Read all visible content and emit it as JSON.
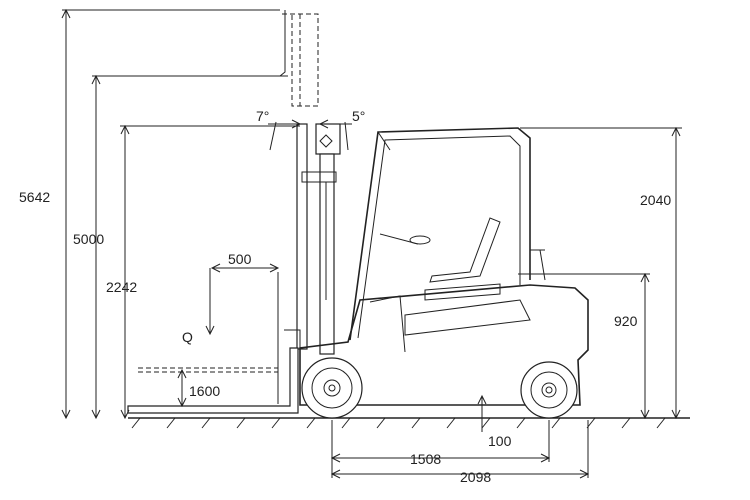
{
  "dimensions": {
    "overall_height_extended": "5642",
    "lift_height": "5000",
    "mast_height_lowered": "2242",
    "overhead_guard_height": "2040",
    "seat_height": "920",
    "load_center": "500",
    "load_label": "Q",
    "free_lift": "1600",
    "tilt_forward": "7°",
    "tilt_backward": "5°",
    "ground_clearance": "100",
    "wheelbase": "1508",
    "length_to_fork_face": "2098"
  }
}
